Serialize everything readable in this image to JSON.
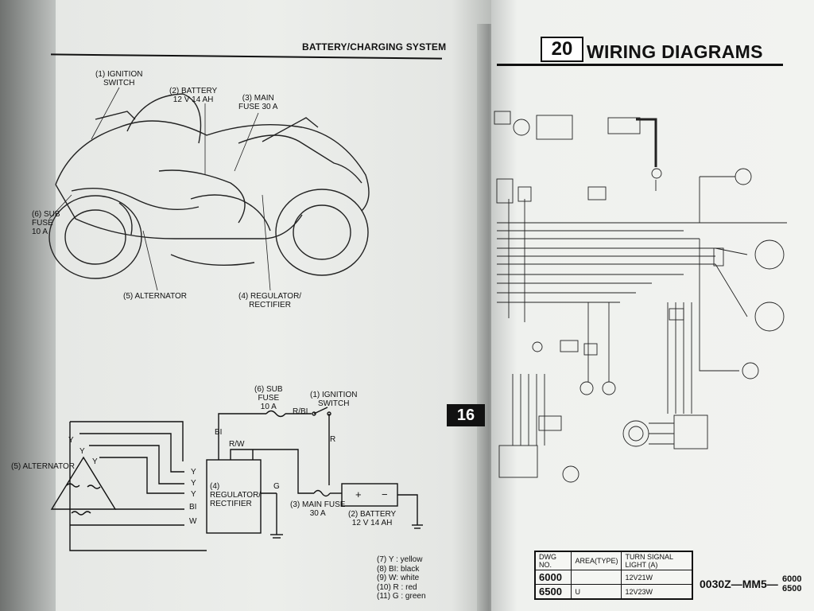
{
  "left_page": {
    "header": "BATTERY/CHARGING SYSTEM",
    "tab_number": "16",
    "illustration_labels": {
      "ignition_switch": "(1) IGNITION\nSWITCH",
      "battery": "(2) BATTERY\n12 V 14 AH",
      "main_fuse": "(3) MAIN\nFUSE 30 A",
      "sub_fuse": "(6) SUB\nFUSE\n10 A",
      "alternator": "(5) ALTERNATOR",
      "regulator": "(4) REGULATOR/\nRECTIFIER"
    },
    "schematic_labels": {
      "sub_fuse": "(6) SUB\nFUSE\n10 A",
      "ignition_switch": "(1) IGNITION\nSWITCH",
      "alternator": "(5) ALTERNATOR",
      "regulator": "(4)\nREGULATOR/\nRECTIFIER",
      "main_fuse": "(3) MAIN FUSE\n30 A",
      "battery": "(2) BATTERY\n12 V 14 AH",
      "wire_rbi": "R/BI",
      "wire_bi": "BI",
      "wire_rw": "R/W",
      "wire_r": "R",
      "wire_g": "G",
      "wire_y1": "Y",
      "wire_y2": "Y",
      "wire_y3": "Y",
      "wire_y4": "Y",
      "wire_y5": "Y",
      "wire_y6": "Y",
      "wire_bi2": "BI",
      "wire_w": "W",
      "batt_plus": "+",
      "batt_minus": "−"
    },
    "legend": [
      "(7)   Y : yellow",
      "(8)   BI: black",
      "(9)   W: white",
      "(10) R : red",
      "(11) G : green"
    ]
  },
  "right_page": {
    "chapter_number": "20",
    "chapter_title": "WIRING DIAGRAMS",
    "table": {
      "headers": [
        "DWG NO.",
        "AREA(TYPE)",
        "TURN SIGNAL LIGHT"
      ],
      "marker": "(A)",
      "rows": [
        {
          "dwg": "6000",
          "area": "",
          "light": "12V21W"
        },
        {
          "dwg": "6500",
          "area": "U",
          "light": "12V23W"
        }
      ]
    },
    "drawing_number": "0030Z—MM5—",
    "drawing_suffixes": [
      "6000",
      "6500"
    ]
  }
}
